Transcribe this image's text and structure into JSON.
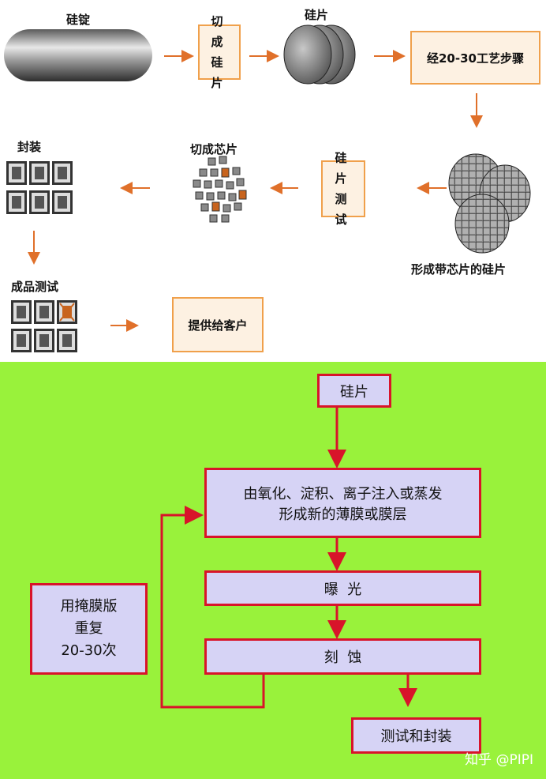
{
  "top": {
    "ingot_label": "硅锭",
    "cut_box": "切成硅片",
    "wafers_label": "硅片",
    "process_box": "经20-30工艺步骤",
    "patterned_label": "形成带芯片的硅片",
    "test_box": "硅片测试",
    "dice_label": "切成芯片",
    "package_label": "封装",
    "final_test_label": "成品测试",
    "deliver_box": "提供给客户"
  },
  "bottom": {
    "wafer_box": "硅片",
    "film_box_line1": "由氧化、淀积、离子注入或蒸发",
    "film_box_line2": "形成新的薄膜或膜层",
    "expose_box": "曝  光",
    "etch_box": "刻  蚀",
    "test_pack_box": "测试和封装",
    "repeat_line1": "用掩膜版",
    "repeat_line2": "重复",
    "repeat_line3": "20-30次"
  },
  "watermark": "知乎 @PIPI",
  "colors": {
    "top_background": "#ffffff",
    "bottom_background": "#99f23b",
    "arrow_orange": "#e0702a",
    "box_red": "#d8142a",
    "box_fill": "#d6d3f5"
  }
}
